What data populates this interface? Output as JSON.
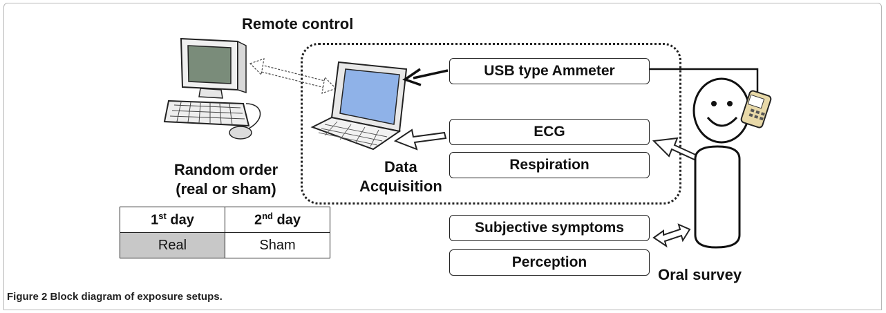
{
  "title": "Remote control",
  "boxes": {
    "usb": "USB type Ammeter",
    "ecg": "ECG",
    "respiration": "Respiration",
    "subjective": "Subjective symptoms",
    "perception": "Perception"
  },
  "labels": {
    "data_acquisition_line1": "Data",
    "data_acquisition_line2": "Acquisition",
    "random_order_line1": "Random order",
    "random_order_line2": "(real or sham)",
    "oral_survey": "Oral survey"
  },
  "table": {
    "day1_num": "1",
    "day1_sup": "st",
    "day1_word": " day",
    "day2_num": "2",
    "day2_sup": "nd",
    "day2_word": " day",
    "day1_value": "Real",
    "day2_value": "Sham"
  },
  "caption": {
    "bold": "Figure 2 Block diagram of exposure setups."
  },
  "colors": {
    "screen": "#7a8c7a",
    "laptop_screen": "#8fb2e8",
    "real_cell": "#c8c8c8",
    "phone": "#e8d9a8"
  },
  "icons": [
    "desktop-computer-icon",
    "laptop-icon",
    "person-icon",
    "mobile-phone-icon"
  ]
}
